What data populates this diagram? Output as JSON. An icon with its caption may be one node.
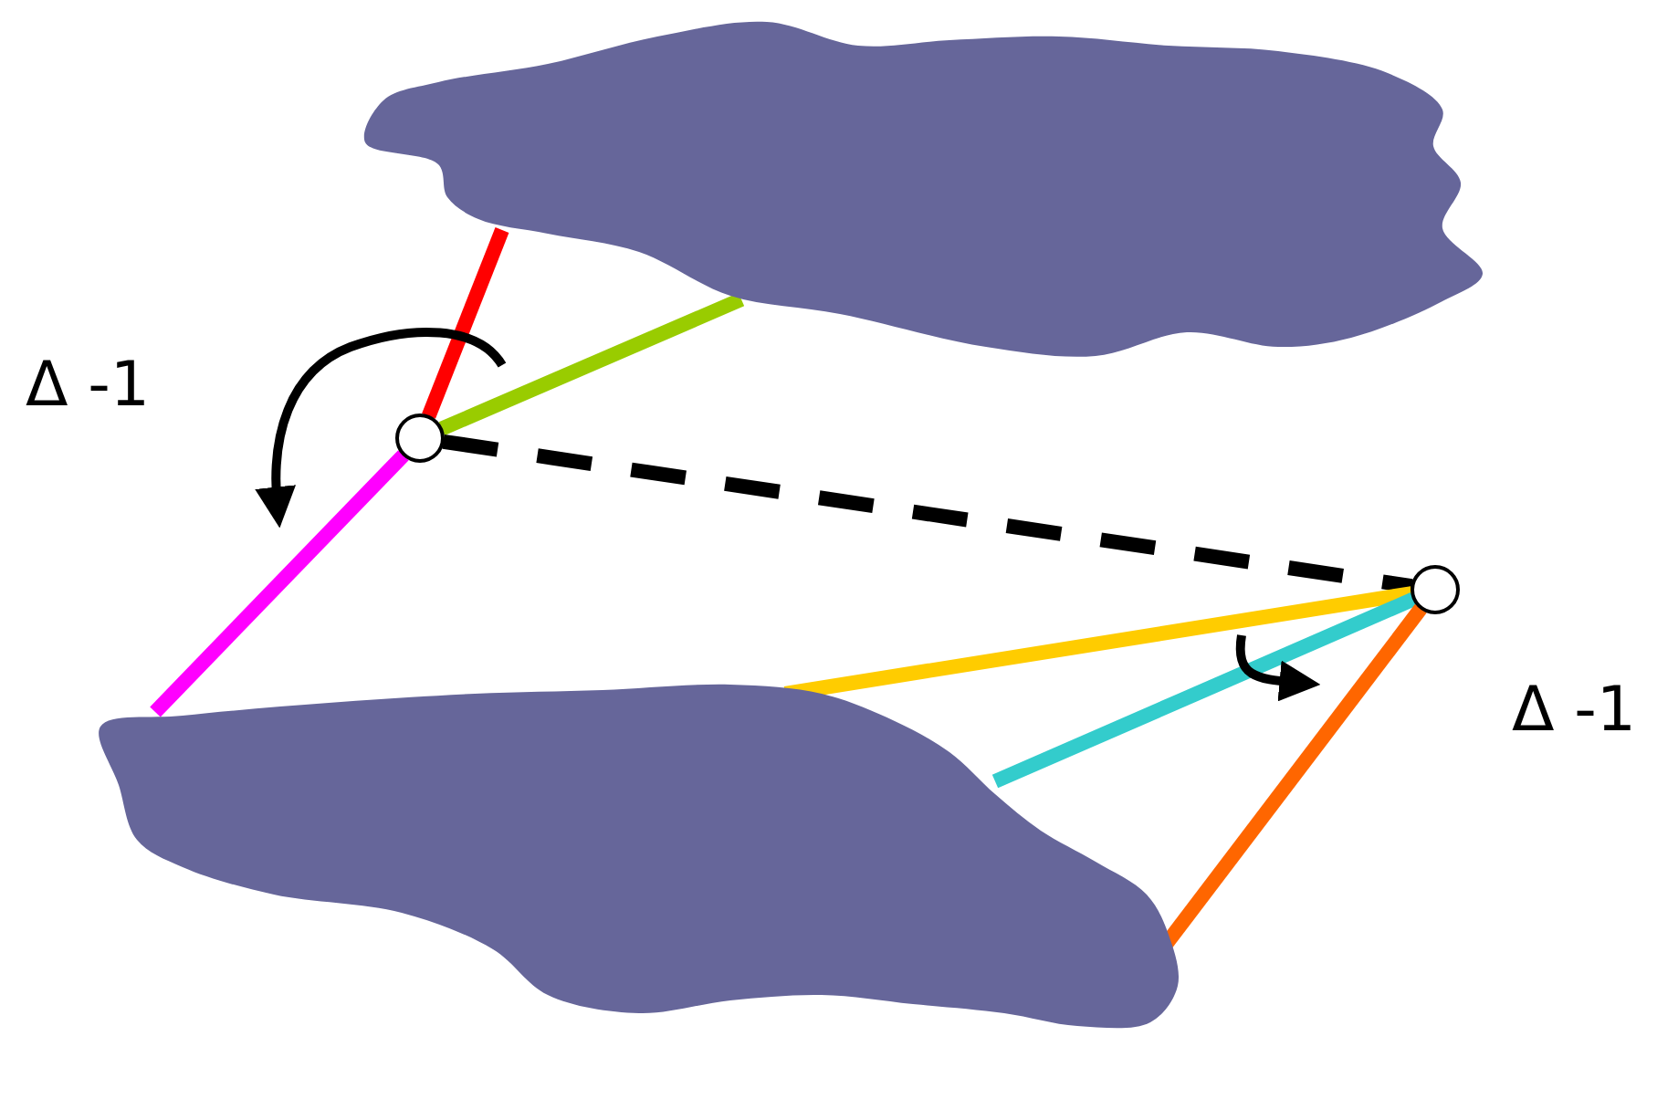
{
  "diagram": {
    "nodes": [
      {
        "text": [],
        "shape": "cloud"
      },
      {
        "text": [],
        "shape": "cloud"
      },
      {
        "text": [],
        "shape": "circle"
      },
      {
        "text": [],
        "shape": "circle"
      }
    ],
    "edges": [
      {
        "from": 2,
        "to": 0,
        "arrow": "none",
        "color": "#ff0000"
      },
      {
        "from": 2,
        "to": 0,
        "arrow": "none",
        "color": "#99cc00"
      },
      {
        "from": 2,
        "to": 1,
        "arrow": "none",
        "color": "#ff00ff"
      },
      {
        "from": 2,
        "to": 3,
        "arrow": "none",
        "style": "dashed",
        "color": "#000000"
      },
      {
        "from": 3,
        "to": 1,
        "arrow": "none",
        "color": "#ffcc00"
      },
      {
        "from": 3,
        "to": 1,
        "arrow": "none",
        "color": "#33cccc"
      },
      {
        "from": 3,
        "to": 1,
        "arrow": "none",
        "color": "#ff6600"
      }
    ],
    "labels": [
      "Δ -1",
      "Δ -1"
    ]
  }
}
